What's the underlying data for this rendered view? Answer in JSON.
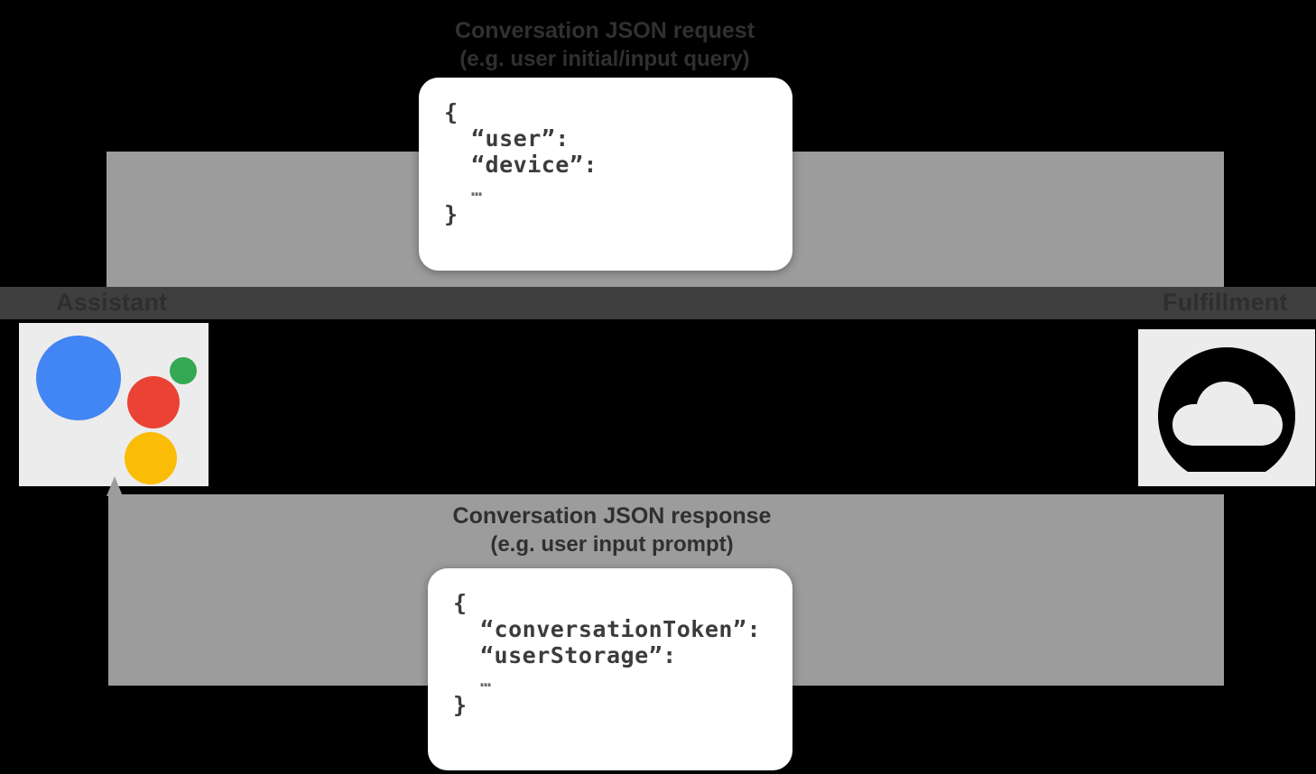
{
  "diagram": {
    "title": "Conversation request and response flow between Assistant and Fulfillment",
    "background_color": "#000000",
    "arrow_color": "#9c9c9c",
    "band_color": "#3f3f3f"
  },
  "nodes": {
    "left": {
      "label": "Assistant",
      "icon": "google-assistant-icon",
      "colors": {
        "blue": "#4285f4",
        "red": "#ea4335",
        "green": "#34a853",
        "yellow": "#fbbc05",
        "tile": "#ececec"
      }
    },
    "right": {
      "label": "Fulfillment",
      "icon": "cloud-functions-icon",
      "colors": {
        "glyph": "#000000",
        "tile": "#ececec"
      }
    }
  },
  "flows": {
    "request": {
      "caption_line_1": "Conversation JSON request",
      "caption_line_2": "(e.g. user initial/input query)",
      "direction": "left-to-right"
    },
    "response": {
      "caption_line_1": "Conversation JSON response",
      "caption_line_2": "(e.g. user input prompt)",
      "direction": "right-to-left"
    }
  },
  "json_request": {
    "open_brace": "{",
    "key_1": "“user”:",
    "key_2": "“device”:",
    "ellipsis": "…",
    "close_brace": "}"
  },
  "json_response": {
    "open_brace": "{",
    "key_1": "“conversationToken”:",
    "key_2": "“userStorage”:",
    "ellipsis": "…",
    "close_brace": "}"
  }
}
